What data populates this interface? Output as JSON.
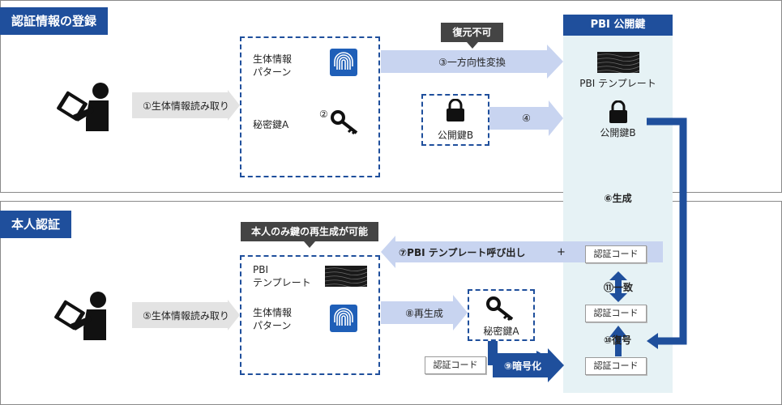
{
  "registration": {
    "title": "認証情報の登録",
    "step1": "①生体情報読み取り",
    "bio_pattern_line1": "生体情報",
    "bio_pattern_line2": "パターン",
    "secret_key": "秘密鍵A",
    "step2": "②",
    "public_key_box": "公開鍵B",
    "step3": "③一方向性変換",
    "step4": "④",
    "irreversible": "復元不可"
  },
  "pbi_panel": {
    "title": "PBI 公開鍵",
    "template": "PBI テンプレート",
    "public_key": "公開鍵B",
    "step6": "⑥生成",
    "auth_code": "認証コード",
    "match": "⑪一致",
    "decrypt": "⑩復号"
  },
  "identity": {
    "title": "本人認証",
    "callout": "本人のみ鍵の再生成が可能",
    "step5": "⑤生体情報読み取り",
    "pbi_line1": "PBI",
    "pbi_line2": "テンプレート",
    "bio_pattern_line1": "生体情報",
    "bio_pattern_line2": "パターン",
    "step7": "⑦PBI テンプレート呼び出し",
    "plus": "+",
    "step8": "⑧再生成",
    "secret_key": "秘密鍵A",
    "auth_code_input": "認証コード",
    "step9": "⑨暗号化"
  },
  "colors": {
    "accent": "#1f4f9c",
    "arrow_light": "#c8d4f0",
    "arrow_gray": "#e3e3e3",
    "panel_bg": "#e6f2f5"
  }
}
